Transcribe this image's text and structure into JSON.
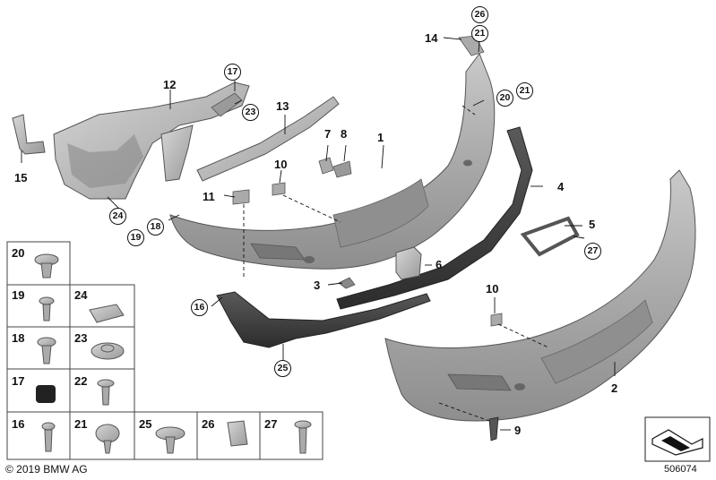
{
  "copyright": "© 2019 BMW AG",
  "diagram_id": "506074",
  "callouts": {
    "c1": "1",
    "c2": "2",
    "c3": "3",
    "c4": "4",
    "c5": "5",
    "c6": "6",
    "c7": "7",
    "c8": "8",
    "c9": "9",
    "c10a": "10",
    "c10b": "10",
    "c11": "11",
    "c12": "12",
    "c13": "13",
    "c14": "14",
    "c15": "15",
    "c16": "16",
    "c17": "17",
    "c18": "18",
    "c19": "19",
    "c20": "20",
    "c21a": "21",
    "c21b": "21",
    "c23": "23",
    "c24": "24",
    "c25": "25",
    "c26": "26",
    "c27": "27"
  },
  "legend": [
    {
      "num": "20"
    },
    {
      "num": "19"
    },
    {
      "num": "24"
    },
    {
      "num": "18"
    },
    {
      "num": "23"
    },
    {
      "num": "17"
    },
    {
      "num": "22"
    },
    {
      "num": "16"
    },
    {
      "num": "21"
    },
    {
      "num": "25"
    },
    {
      "num": "26"
    },
    {
      "num": "27"
    }
  ]
}
